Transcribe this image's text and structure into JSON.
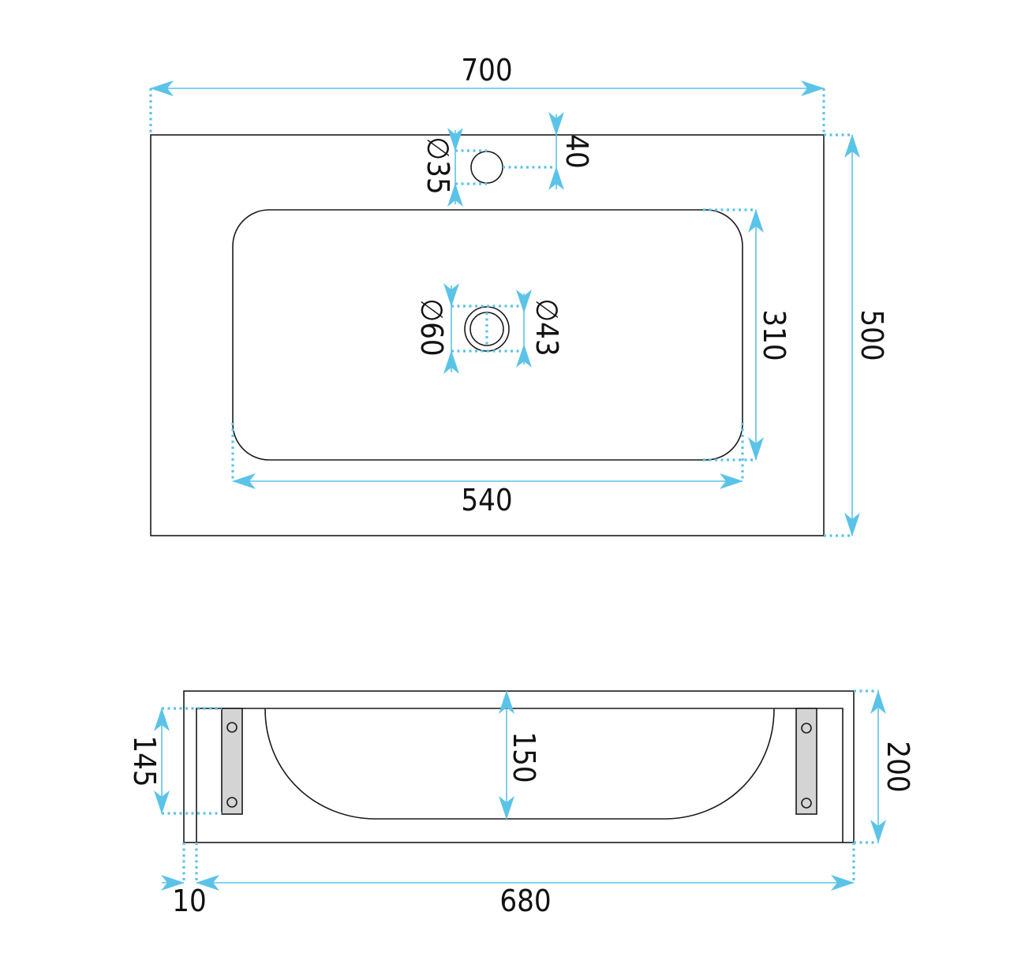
{
  "top_view": {
    "width_label": "700",
    "depth_label": "500",
    "basin_width_label": "540",
    "basin_depth_label": "310",
    "tap_hole_label": "∅35",
    "tap_offset_label": "40",
    "drain_outer_label": "∅60",
    "drain_inner_label": "∅43"
  },
  "side_view": {
    "height_label": "200",
    "basin_height_label": "150",
    "bracket_height_label": "145",
    "inner_width_label": "680",
    "wall_label": "10"
  },
  "colors": {
    "dimension": "#5bc3e8",
    "outline": "#1a1a1a",
    "bracket_fill": "#d4d4d4"
  }
}
